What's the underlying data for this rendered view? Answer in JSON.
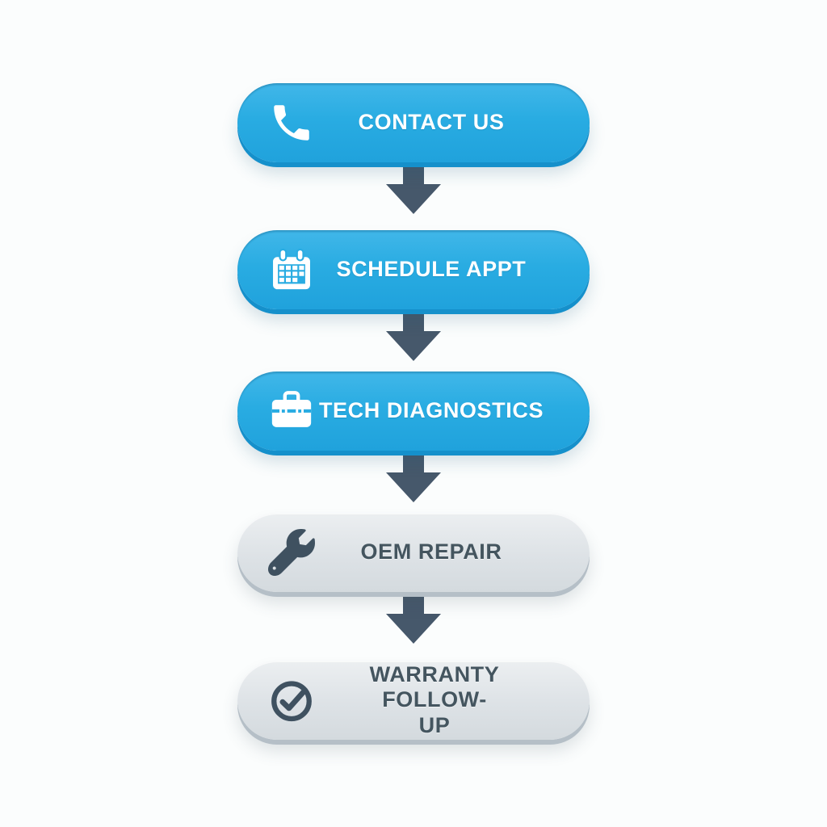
{
  "flowchart": {
    "description": "Auto service workflow diagram with five pill-shaped steps connected by downward arrows",
    "steps": [
      {
        "label": "CONTACT US",
        "icon": "phone-icon",
        "variant": "blue"
      },
      {
        "label": "SCHEDULE APPT",
        "icon": "calendar-icon",
        "variant": "blue"
      },
      {
        "label": "TECH DIAGNOSTICS",
        "icon": "toolbox-icon",
        "variant": "blue"
      },
      {
        "label": "OEM REPAIR",
        "icon": "wrench-icon",
        "variant": "gray"
      },
      {
        "label": "WARRANTY FOLLOW-UP",
        "icon": "check-circle-icon",
        "variant": "gray"
      }
    ],
    "connector_icon": "down-arrow-icon",
    "colors": {
      "background": "#FBFDFD",
      "primary_blue": "#29ACE2",
      "blue_rim": "#1590CB",
      "gray_fill": "#DDE2E6",
      "gray_rim": "#B5BFC7",
      "arrow_slate": "#46586B",
      "dark_icon": "#3F5160",
      "gray_text": "#44555F",
      "blue_pill_text": "#FFFFFF"
    }
  }
}
